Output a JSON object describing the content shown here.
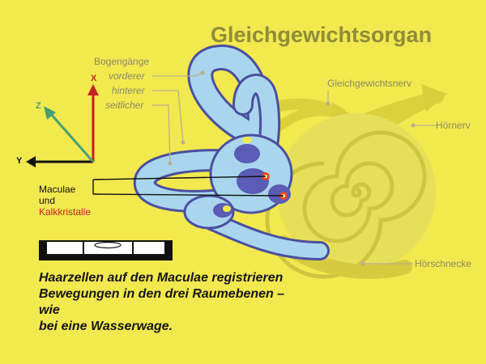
{
  "title": "Gleichgewichtsorgan",
  "labels": {
    "bogengaenge": "Bogengänge",
    "vorderer": "vorderer",
    "hinterer": "hinterer",
    "seitlicher": "seitlicher",
    "gleichgewichtsnerv": "Gleichgewichtsnerv",
    "hoernerv": "Hörnerv",
    "hoerschnecke": "Hörschnecke",
    "maculae": "Maculae",
    "und": "und",
    "kalkkristalle": "Kalkkristalle"
  },
  "axes": {
    "x": "X",
    "y": "Y",
    "z": "Z"
  },
  "caption": [
    "Haarzellen auf den Maculae registrieren",
    "Bewegungen in den drei Raumebenen – wie",
    "bei eine Wasserwage."
  ],
  "colors": {
    "background": "#f2e94e",
    "title": "#8f8c3a",
    "label": "#8a8a63",
    "canal_fill": "#a9d6ee",
    "canal_outline": "#4b4fa0",
    "cochlea": "#e6df5a",
    "nerve": "#d9cf3c",
    "x_axis": "#c42222",
    "y_axis": "#111111",
    "z_axis": "#48a070",
    "red_text": "#c42222"
  }
}
